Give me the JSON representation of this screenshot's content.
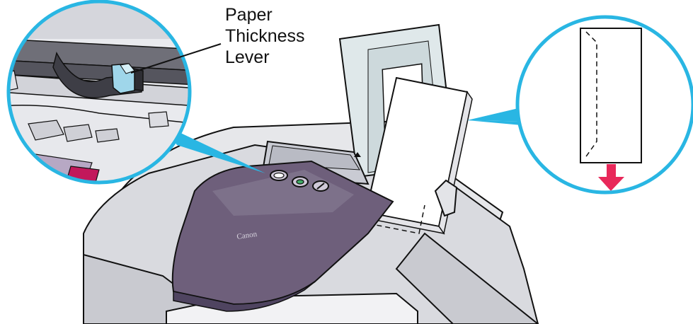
{
  "callout": {
    "lines": [
      "Paper",
      "Thickness",
      "Lever"
    ]
  },
  "printer": {
    "brand": "Canon"
  },
  "colors": {
    "callout_ring": "#29b6e3",
    "printer_body": "#d9dadf",
    "printer_lid": "#6e5f7b",
    "support_tray": "#dfe8ea",
    "feed_arrow": "#e8285a"
  },
  "icons": [
    "paper-thickness-lever-icon",
    "envelope-icon",
    "down-arrow-icon",
    "power-button-icon",
    "resume-button-icon"
  ]
}
